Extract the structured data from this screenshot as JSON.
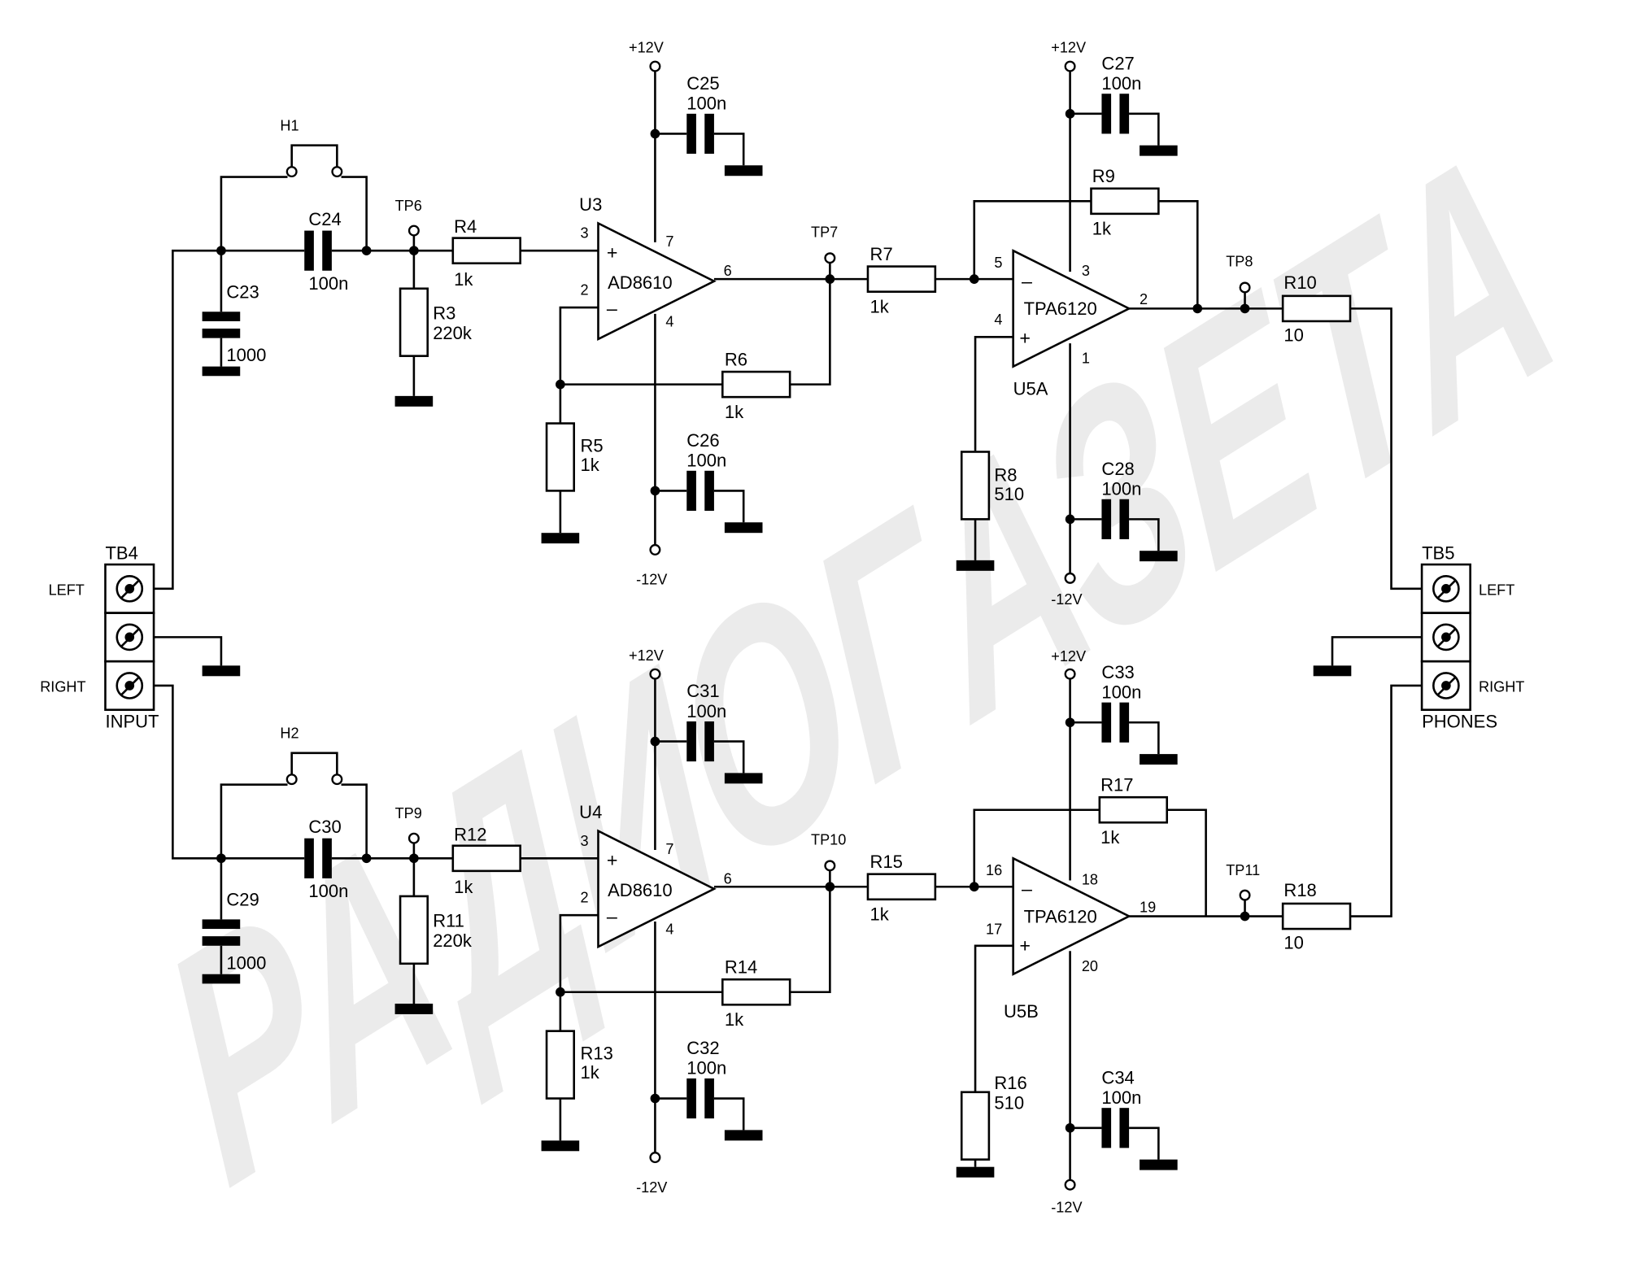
{
  "watermark": {
    "text": "РАДИОГАЗЕТА",
    "color": "#ebebeb"
  },
  "colors": {
    "ink": "#000000",
    "background": "#ffffff"
  },
  "connectors": {
    "input": {
      "ref": "TB4",
      "name": "INPUT",
      "pins": [
        "LEFT",
        "",
        "RIGHT"
      ]
    },
    "output": {
      "ref": "TB5",
      "name": "PHONES",
      "pins": [
        "LEFT",
        "",
        "RIGHT"
      ]
    }
  },
  "rails": {
    "positive": "+12V",
    "negative": "-12V"
  },
  "channels": [
    {
      "name": "left",
      "jumper": "H1",
      "input_cap": {
        "ref": "C24",
        "value": "100n"
      },
      "filter_cap": {
        "ref": "C23",
        "value": "1000"
      },
      "test_points": [
        "TP6",
        "TP7",
        "TP8"
      ],
      "bias_resistor": {
        "ref": "R3",
        "value": "220k"
      },
      "series_resistor": {
        "ref": "R4",
        "value": "1k"
      },
      "preamp": {
        "ref": "U3",
        "part": "AD8610",
        "pins": {
          "in_plus": "3",
          "in_minus": "2",
          "v_plus": "7",
          "v_minus": "4",
          "out": "6"
        }
      },
      "pre_gain_resistor": {
        "ref": "R5",
        "value": "1k"
      },
      "pre_feedback_resistor": {
        "ref": "R6",
        "value": "1k"
      },
      "pre_decoupling": [
        {
          "ref": "C25",
          "value": "100n"
        },
        {
          "ref": "C26",
          "value": "100n"
        }
      ],
      "input_resistor": {
        "ref": "R7",
        "value": "1k"
      },
      "driver": {
        "ref": "U5A",
        "part": "TPA6120",
        "pins": {
          "in_minus": "5",
          "in_plus": "4",
          "v_plus": "3",
          "v_minus": "1",
          "out": "2"
        }
      },
      "driver_feedback_resistor": {
        "ref": "R9",
        "value": "1k"
      },
      "driver_bias_resistor": {
        "ref": "R8",
        "value": "510"
      },
      "driver_decoupling": [
        {
          "ref": "C27",
          "value": "100n"
        },
        {
          "ref": "C28",
          "value": "100n"
        }
      ],
      "output_resistor": {
        "ref": "R10",
        "value": "10"
      }
    },
    {
      "name": "right",
      "jumper": "H2",
      "input_cap": {
        "ref": "C30",
        "value": "100n"
      },
      "filter_cap": {
        "ref": "C29",
        "value": "1000"
      },
      "test_points": [
        "TP9",
        "TP10",
        "TP11"
      ],
      "bias_resistor": {
        "ref": "R11",
        "value": "220k"
      },
      "series_resistor": {
        "ref": "R12",
        "value": "1k"
      },
      "preamp": {
        "ref": "U4",
        "part": "AD8610",
        "pins": {
          "in_plus": "3",
          "in_minus": "2",
          "v_plus": "7",
          "v_minus": "4",
          "out": "6"
        }
      },
      "pre_gain_resistor": {
        "ref": "R13",
        "value": "1k"
      },
      "pre_feedback_resistor": {
        "ref": "R14",
        "value": "1k"
      },
      "pre_decoupling": [
        {
          "ref": "C31",
          "value": "100n"
        },
        {
          "ref": "C32",
          "value": "100n"
        }
      ],
      "input_resistor": {
        "ref": "R15",
        "value": "1k"
      },
      "driver": {
        "ref": "U5B",
        "part": "TPA6120",
        "pins": {
          "in_minus": "16",
          "in_plus": "17",
          "v_plus": "18",
          "v_minus": "20",
          "out": "19"
        }
      },
      "driver_feedback_resistor": {
        "ref": "R17",
        "value": "1k"
      },
      "driver_bias_resistor": {
        "ref": "R16",
        "value": "510"
      },
      "driver_decoupling": [
        {
          "ref": "C33",
          "value": "100n"
        },
        {
          "ref": "C34",
          "value": "100n"
        }
      ],
      "output_resistor": {
        "ref": "R18",
        "value": "10"
      }
    }
  ]
}
